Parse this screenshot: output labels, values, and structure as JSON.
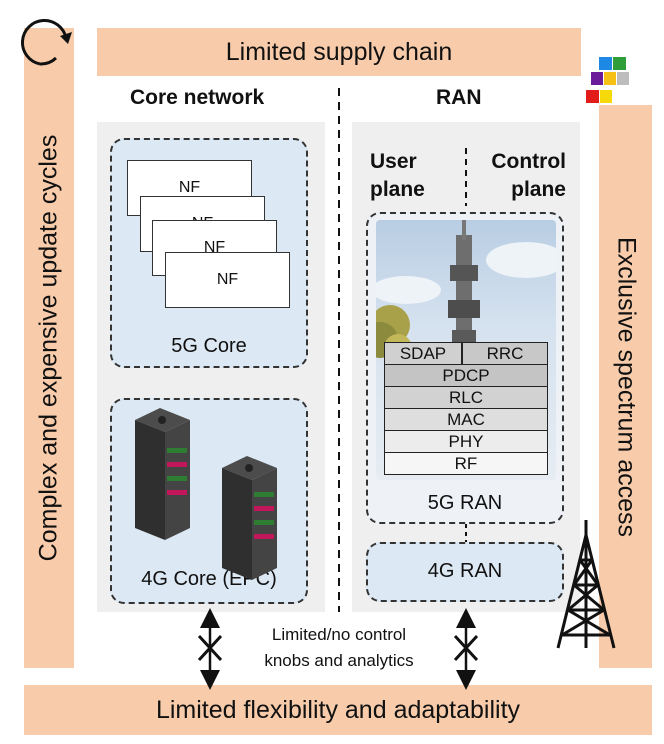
{
  "top_bar": "Limited supply chain",
  "bottom_bar": "Limited flexibility and adaptability",
  "left_bar": "Complex and expensive update cycles",
  "right_bar": "Exclusive spectrum access",
  "core": {
    "heading": "Core network",
    "nfs": [
      "NF",
      "NF",
      "NF",
      "NF"
    ],
    "core5g": "5G Core",
    "core4g": "4G Core (EPC)"
  },
  "ran": {
    "heading": "RAN",
    "user_plane": [
      "User",
      "plane"
    ],
    "control_plane": [
      "Control",
      "plane"
    ],
    "layers": {
      "sdap": "SDAP",
      "rrc": "RRC",
      "pdcp": "PDCP",
      "rlc": "RLC",
      "mac": "MAC",
      "phy": "PHY",
      "rf": "RF"
    },
    "ran5g": "5G RAN",
    "ran4g": "4G RAN"
  },
  "control_text": [
    "Limited/no control",
    "knobs and analytics"
  ]
}
